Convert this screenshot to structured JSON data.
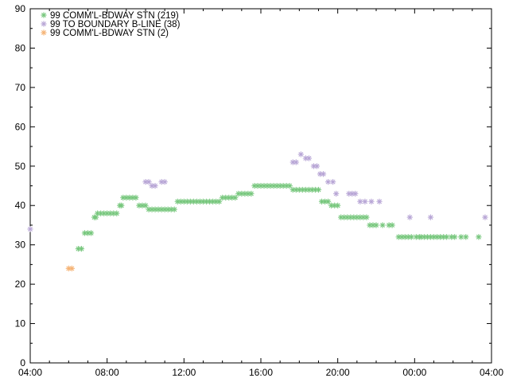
{
  "chart_data": {
    "type": "scatter",
    "title": "",
    "xlabel": "",
    "ylabel": "",
    "grid": false,
    "legend_position": "top-left",
    "x_range": [
      "04:00",
      "04:00 (next day)"
    ],
    "x_ticks": [
      "04:00",
      "08:00",
      "12:00",
      "16:00",
      "20:00",
      "00:00",
      "04:00"
    ],
    "ylim": [
      0,
      90
    ],
    "y_ticks": [
      "0",
      "10",
      "20",
      "30",
      "40",
      "50",
      "60",
      "70",
      "80",
      "90"
    ],
    "marker": "asterisk",
    "series": [
      {
        "name": "99 COMM'L-BDWAY STN (219)",
        "color": "#77c77d",
        "points": [
          [
            "06:30",
            29
          ],
          [
            "06:40",
            29
          ],
          [
            "06:50",
            33
          ],
          [
            "07:00",
            33
          ],
          [
            "07:10",
            33
          ],
          [
            "07:20",
            37
          ],
          [
            "07:25",
            37
          ],
          [
            "07:30",
            38
          ],
          [
            "07:40",
            38
          ],
          [
            "07:50",
            38
          ],
          [
            "08:00",
            38
          ],
          [
            "08:10",
            38
          ],
          [
            "08:20",
            38
          ],
          [
            "08:30",
            38
          ],
          [
            "08:40",
            40
          ],
          [
            "08:45",
            40
          ],
          [
            "08:50",
            42
          ],
          [
            "09:00",
            42
          ],
          [
            "09:10",
            42
          ],
          [
            "09:20",
            42
          ],
          [
            "09:30",
            42
          ],
          [
            "09:40",
            40
          ],
          [
            "09:50",
            40
          ],
          [
            "10:00",
            40
          ],
          [
            "10:10",
            39
          ],
          [
            "10:20",
            39
          ],
          [
            "10:30",
            39
          ],
          [
            "10:40",
            39
          ],
          [
            "10:50",
            39
          ],
          [
            "11:00",
            39
          ],
          [
            "11:10",
            39
          ],
          [
            "11:20",
            39
          ],
          [
            "11:30",
            39
          ],
          [
            "11:40",
            41
          ],
          [
            "11:50",
            41
          ],
          [
            "12:00",
            41
          ],
          [
            "12:10",
            41
          ],
          [
            "12:20",
            41
          ],
          [
            "12:30",
            41
          ],
          [
            "12:40",
            41
          ],
          [
            "12:50",
            41
          ],
          [
            "13:00",
            41
          ],
          [
            "13:10",
            41
          ],
          [
            "13:20",
            41
          ],
          [
            "13:30",
            41
          ],
          [
            "13:40",
            41
          ],
          [
            "13:50",
            41
          ],
          [
            "14:00",
            42
          ],
          [
            "14:10",
            42
          ],
          [
            "14:20",
            42
          ],
          [
            "14:30",
            42
          ],
          [
            "14:40",
            42
          ],
          [
            "14:50",
            43
          ],
          [
            "15:00",
            43
          ],
          [
            "15:10",
            43
          ],
          [
            "15:20",
            43
          ],
          [
            "15:30",
            43
          ],
          [
            "15:40",
            45
          ],
          [
            "15:50",
            45
          ],
          [
            "16:00",
            45
          ],
          [
            "16:10",
            45
          ],
          [
            "16:20",
            45
          ],
          [
            "16:30",
            45
          ],
          [
            "16:40",
            45
          ],
          [
            "16:50",
            45
          ],
          [
            "17:00",
            45
          ],
          [
            "17:10",
            45
          ],
          [
            "17:20",
            45
          ],
          [
            "17:30",
            45
          ],
          [
            "17:40",
            44
          ],
          [
            "17:50",
            44
          ],
          [
            "18:00",
            44
          ],
          [
            "18:10",
            44
          ],
          [
            "18:20",
            44
          ],
          [
            "18:30",
            44
          ],
          [
            "18:40",
            44
          ],
          [
            "18:50",
            44
          ],
          [
            "19:00",
            44
          ],
          [
            "19:10",
            41
          ],
          [
            "19:20",
            41
          ],
          [
            "19:30",
            41
          ],
          [
            "19:40",
            40
          ],
          [
            "19:50",
            40
          ],
          [
            "20:00",
            40
          ],
          [
            "20:10",
            37
          ],
          [
            "20:20",
            37
          ],
          [
            "20:30",
            37
          ],
          [
            "20:40",
            37
          ],
          [
            "20:50",
            37
          ],
          [
            "21:00",
            37
          ],
          [
            "21:10",
            37
          ],
          [
            "21:20",
            37
          ],
          [
            "21:30",
            37
          ],
          [
            "21:40",
            35
          ],
          [
            "21:50",
            35
          ],
          [
            "22:00",
            35
          ],
          [
            "22:20",
            35
          ],
          [
            "22:40",
            35
          ],
          [
            "22:50",
            35
          ],
          [
            "23:10",
            32
          ],
          [
            "23:20",
            32
          ],
          [
            "23:30",
            32
          ],
          [
            "23:40",
            32
          ],
          [
            "23:50",
            32
          ],
          [
            "00:05",
            32
          ],
          [
            "00:15",
            32
          ],
          [
            "00:20",
            32
          ],
          [
            "00:30",
            32
          ],
          [
            "00:40",
            32
          ],
          [
            "00:50",
            32
          ],
          [
            "01:00",
            32
          ],
          [
            "01:10",
            32
          ],
          [
            "01:20",
            32
          ],
          [
            "01:30",
            32
          ],
          [
            "01:40",
            32
          ],
          [
            "01:55",
            32
          ],
          [
            "02:05",
            32
          ],
          [
            "02:25",
            32
          ],
          [
            "02:40",
            32
          ],
          [
            "03:20",
            32
          ]
        ]
      },
      {
        "name": "99 TO BOUNDARY B-LINE (38)",
        "color": "#b8a6d6",
        "points": [
          [
            "10:00",
            46
          ],
          [
            "10:10",
            46
          ],
          [
            "10:20",
            45
          ],
          [
            "10:30",
            45
          ],
          [
            "10:50",
            46
          ],
          [
            "11:00",
            46
          ],
          [
            "17:40",
            51
          ],
          [
            "17:50",
            51
          ],
          [
            "18:05",
            53
          ],
          [
            "18:20",
            52
          ],
          [
            "18:30",
            52
          ],
          [
            "18:45",
            50
          ],
          [
            "18:55",
            50
          ],
          [
            "19:05",
            48
          ],
          [
            "19:15",
            48
          ],
          [
            "19:30",
            46
          ],
          [
            "19:45",
            46
          ],
          [
            "19:55",
            43
          ],
          [
            "20:35",
            43
          ],
          [
            "20:45",
            43
          ],
          [
            "20:55",
            43
          ],
          [
            "21:10",
            41
          ],
          [
            "21:25",
            41
          ],
          [
            "21:45",
            41
          ],
          [
            "22:10",
            41
          ],
          [
            "23:45",
            37
          ],
          [
            "00:50",
            37
          ],
          [
            "03:40",
            37
          ],
          [
            "04:00",
            34
          ]
        ]
      },
      {
        "name": "99 COMM'L-BDWAY STN (2)",
        "color": "#f5b375",
        "points": [
          [
            "06:00",
            24
          ],
          [
            "06:10",
            24
          ]
        ]
      }
    ]
  }
}
